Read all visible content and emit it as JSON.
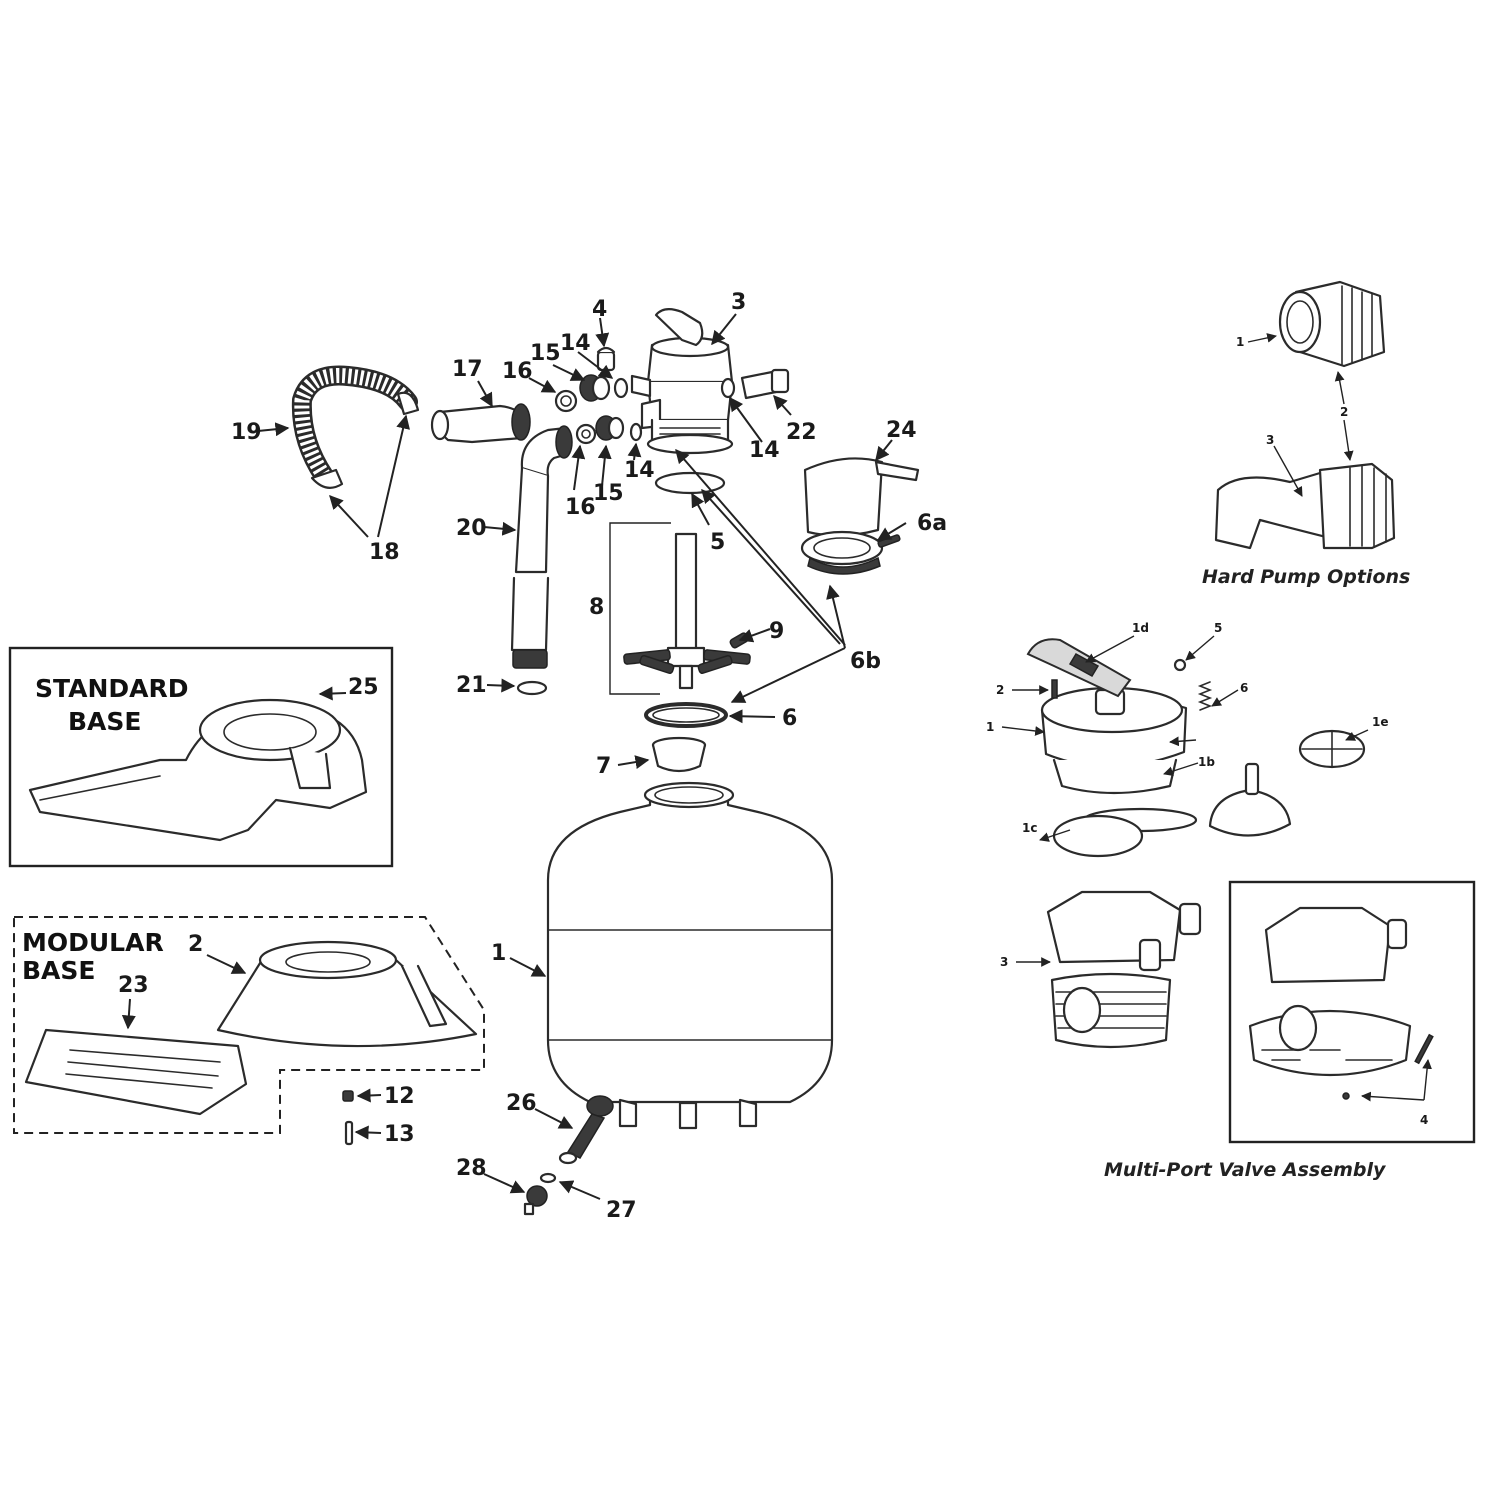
{
  "headings": {
    "standard_base_line1": "STANDARD",
    "standard_base_line2": "BASE",
    "modular_base_line1": "MODULAR",
    "modular_base_line2": "BASE"
  },
  "captions": {
    "hard_pump_options": "Hard Pump Options",
    "multi_port_valve_assembly": "Multi-Port Valve Assembly"
  },
  "main_labels": {
    "p1": "1",
    "p2": "2",
    "p3": "3",
    "p4": "4",
    "p5": "5",
    "p6": "6",
    "p6a": "6a",
    "p6b": "6b",
    "p7": "7",
    "p8": "8",
    "p9": "9",
    "p12": "12",
    "p13": "13",
    "p14a": "14",
    "p14b": "14",
    "p14c": "14",
    "p15a": "15",
    "p15b": "15",
    "p16a": "16",
    "p16b": "16",
    "p17": "17",
    "p18": "18",
    "p19": "19",
    "p20": "20",
    "p21": "21",
    "p22": "22",
    "p23": "23",
    "p24": "24",
    "p25": "25",
    "p26": "26",
    "p27": "27",
    "p28": "28"
  },
  "pump_labels": {
    "p1": "1",
    "p2": "2",
    "p3": "3"
  },
  "valve_labels": {
    "p1": "1",
    "p1b": "1b",
    "p1c": "1c",
    "p1d": "1d",
    "p1e": "1e",
    "p2": "2",
    "p3": "3",
    "p4": "4",
    "p5": "5",
    "p6": "6"
  }
}
